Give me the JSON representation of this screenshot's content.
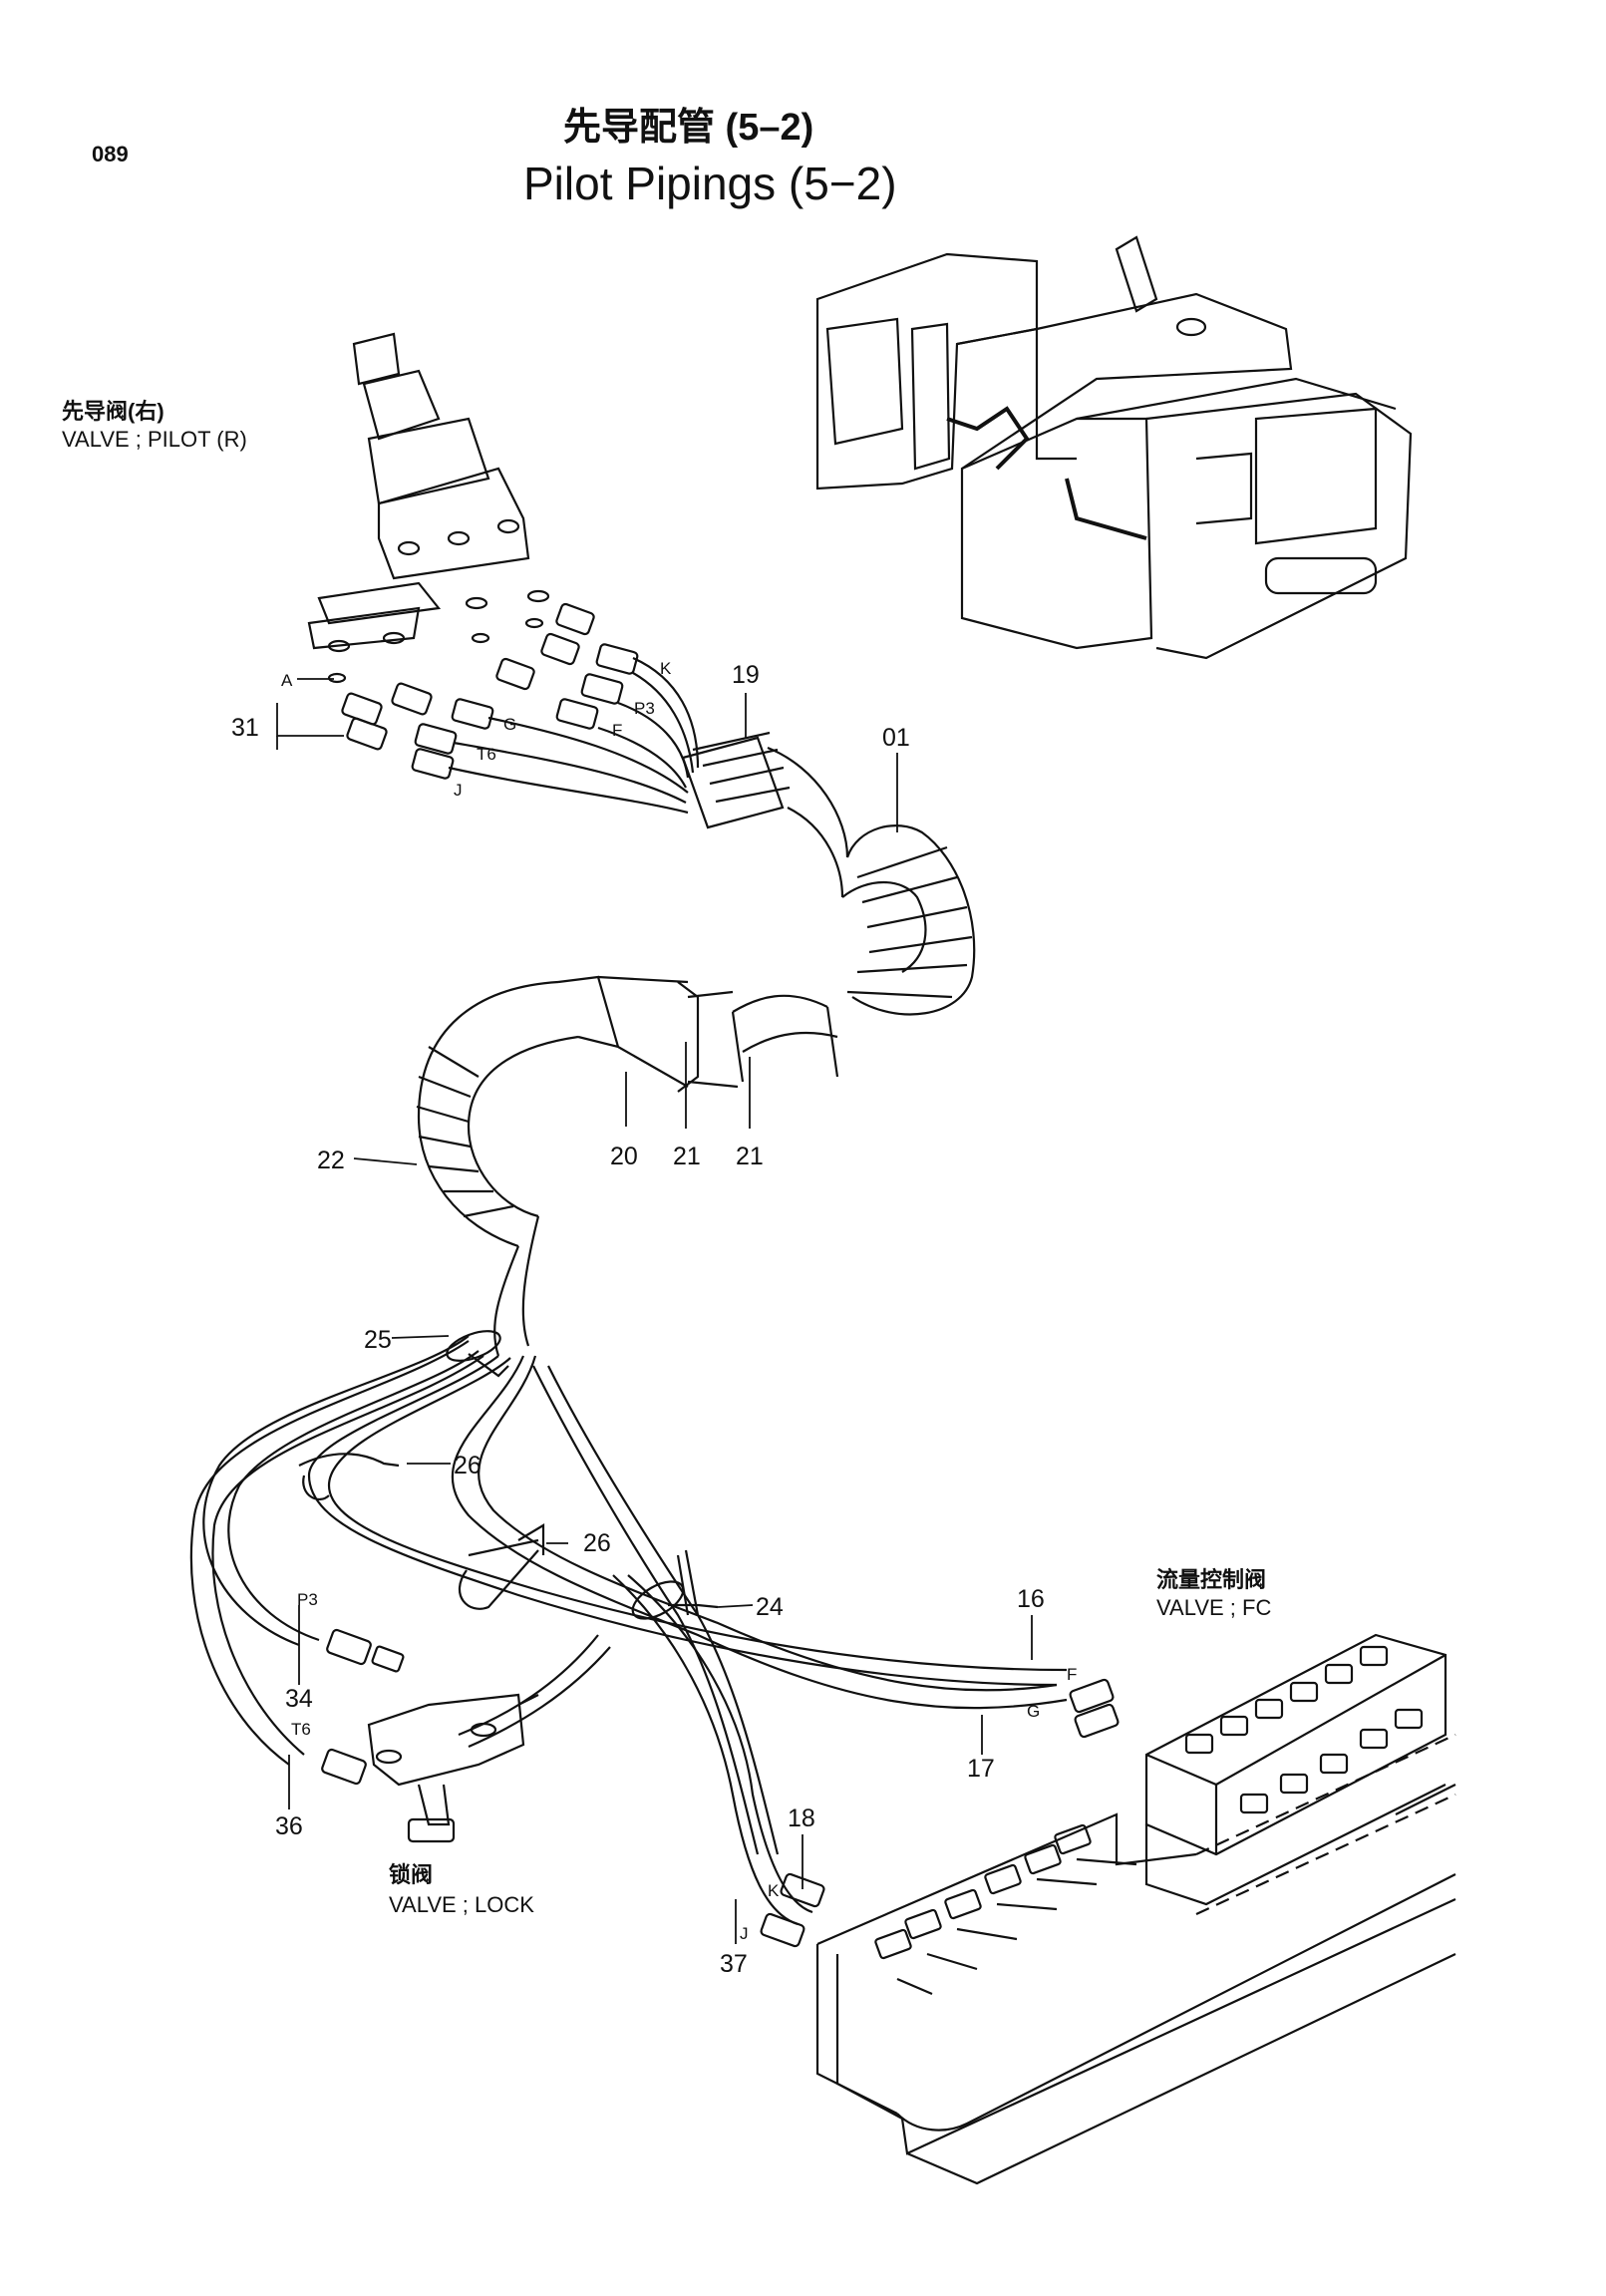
{
  "page_number": "089",
  "title": {
    "chinese": "先导配管 (5–2)",
    "english": "Pilot Pipings (5−2)"
  },
  "components": [
    {
      "key": "pilot_r",
      "chinese": "先导阀(右)",
      "english": "VALVE ; PILOT (R)"
    },
    {
      "key": "fc",
      "chinese": "流量控制阀",
      "english": "VALVE ; FC"
    },
    {
      "key": "lock",
      "chinese": "锁阀",
      "english": "VALVE ; LOCK"
    }
  ],
  "callouts": [
    "19",
    "01",
    "31",
    "22",
    "20",
    "21",
    "21",
    "25",
    "26",
    "26",
    "24",
    "16",
    "17",
    "34",
    "36",
    "18",
    "37"
  ],
  "port_letters": [
    "A",
    "K",
    "P3",
    "F",
    "G",
    "T6",
    "J",
    "P3",
    "T6",
    "F",
    "G",
    "K",
    "J"
  ],
  "colors": {
    "ink": "#111111",
    "paper": "#ffffff"
  }
}
